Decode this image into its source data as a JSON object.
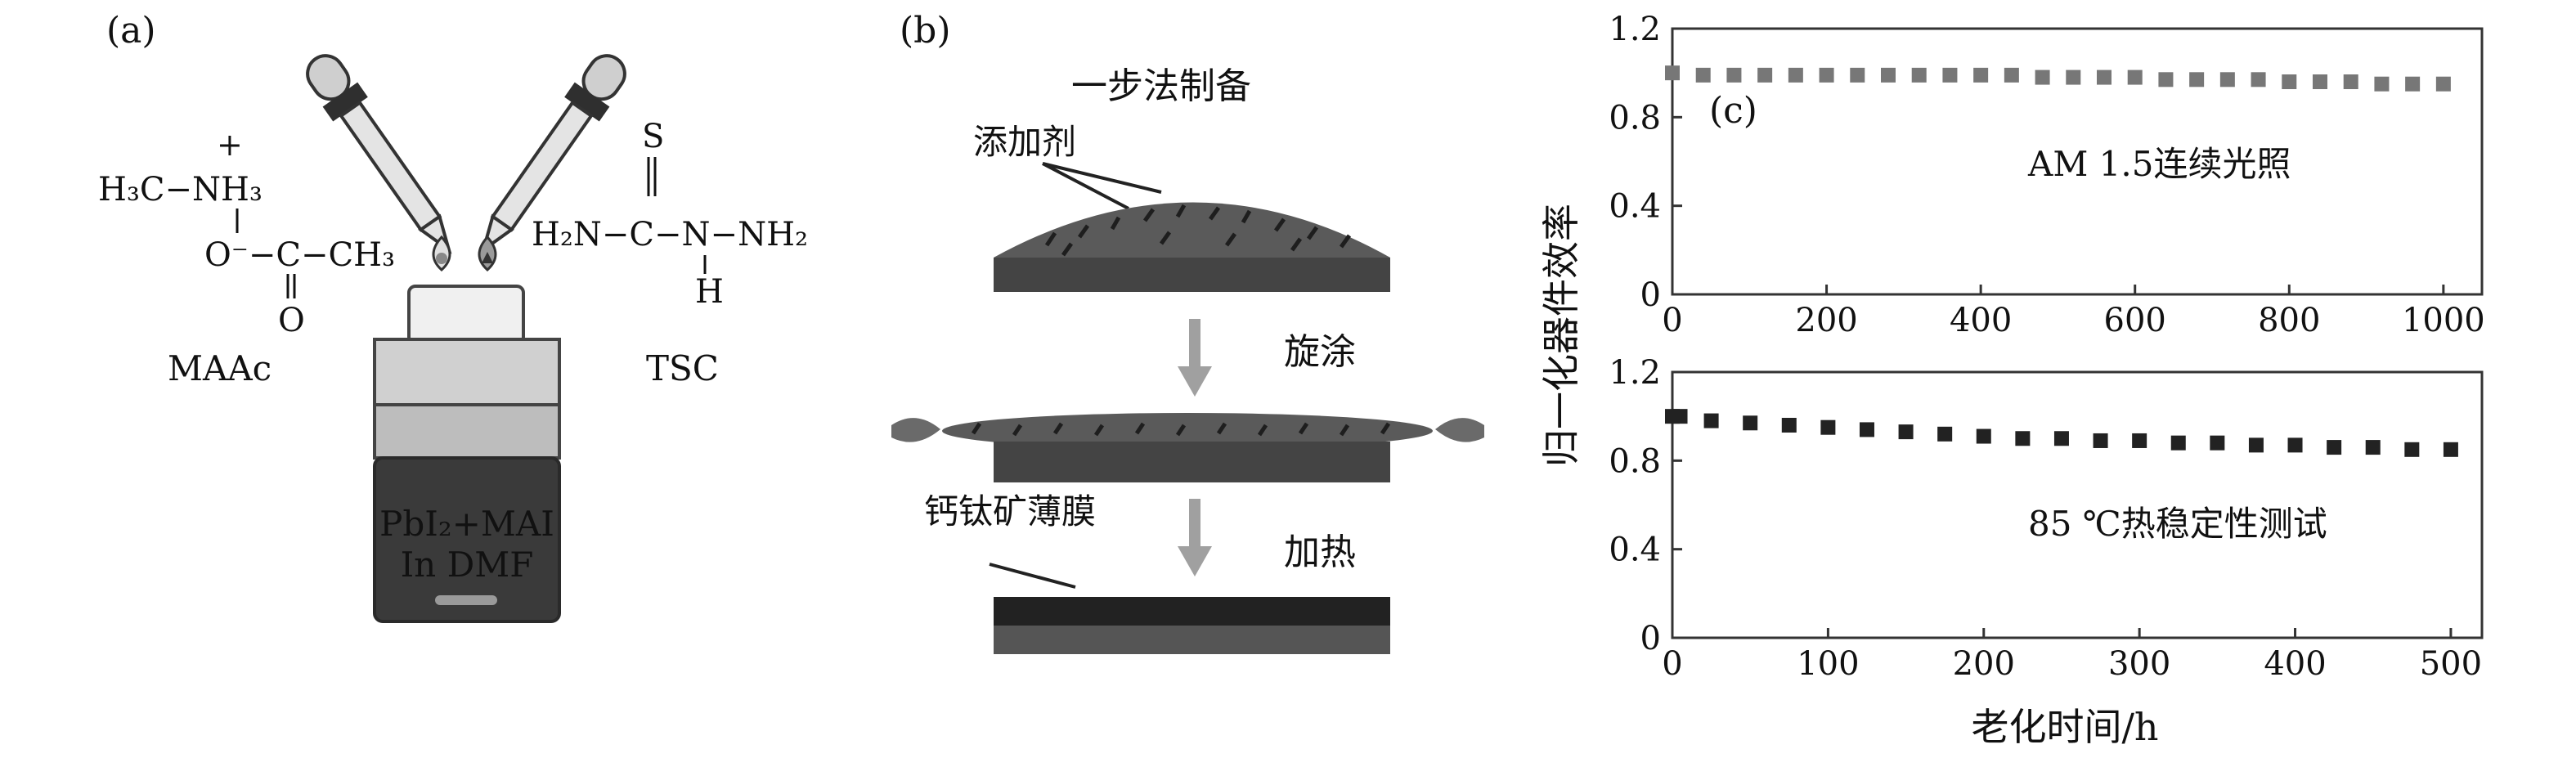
{
  "panel_a": {
    "label": "(a)",
    "maac": {
      "line1": "H₃C−NH₃",
      "plus": "+",
      "line2": "O⁻−C−CH₃",
      "line3": "O",
      "name": "MAAc"
    },
    "tsc": {
      "s": "S",
      "line": "H₂N−C−N−NH₂",
      "h": "H",
      "name": "TSC"
    },
    "bottle": {
      "line1": "PbI₂+MAI",
      "line2": "In DMF"
    },
    "colors": {
      "bottle_body": "#9c9c9c",
      "liquid": "#3a3a3a",
      "cap": "#e8e8e8"
    }
  },
  "panel_b": {
    "label": "(b)",
    "title": "一步法制备",
    "additive_label": "添加剂",
    "step1": "旋涂",
    "film_label": "钙钛矿薄膜",
    "step2": "加热",
    "colors": {
      "film": "#5a5a5a",
      "substrate": "#444444",
      "arrow": "#a0a0a0"
    }
  },
  "panel_c": {
    "label": "(c)",
    "ylabel": "归一化器件效率",
    "xlabel": "老化时间/h",
    "top_annotation": "AM 1.5连续光照",
    "bottom_annotation": "85 ℃热稳定性测试"
  },
  "chart_data": [
    {
      "type": "scatter",
      "x": [
        0,
        40,
        80,
        120,
        160,
        200,
        240,
        280,
        320,
        360,
        400,
        440,
        480,
        520,
        560,
        600,
        640,
        680,
        720,
        760,
        800,
        840,
        880,
        920,
        960,
        1000
      ],
      "series": [
        {
          "values": [
            1.0,
            0.99,
            0.99,
            0.99,
            0.99,
            0.99,
            0.99,
            0.99,
            0.99,
            0.99,
            0.99,
            0.99,
            0.98,
            0.98,
            0.98,
            0.98,
            0.97,
            0.97,
            0.97,
            0.97,
            0.96,
            0.96,
            0.96,
            0.95,
            0.95,
            0.95
          ]
        }
      ],
      "xlim": [
        0,
        1050
      ],
      "ylim": [
        0,
        1.2
      ],
      "xticks": [
        0,
        200,
        400,
        600,
        800,
        1000
      ],
      "yticks": [
        0,
        0.4,
        0.8,
        1.2
      ],
      "annotation": "AM 1.5连续光照",
      "color": "#777777"
    },
    {
      "type": "scatter",
      "x": [
        0,
        5,
        25,
        50,
        75,
        100,
        125,
        150,
        175,
        200,
        225,
        250,
        275,
        300,
        325,
        350,
        375,
        400,
        425,
        450,
        475,
        500
      ],
      "series": [
        {
          "values": [
            1.0,
            1.0,
            0.98,
            0.97,
            0.96,
            0.95,
            0.94,
            0.93,
            0.92,
            0.91,
            0.9,
            0.9,
            0.89,
            0.89,
            0.88,
            0.88,
            0.87,
            0.87,
            0.86,
            0.86,
            0.85,
            0.85
          ]
        }
      ],
      "xlim": [
        0,
        520
      ],
      "ylim": [
        0,
        1.2
      ],
      "xticks": [
        0,
        100,
        200,
        300,
        400,
        500
      ],
      "yticks": [
        0,
        0.4,
        0.8,
        1.2
      ],
      "annotation": "85 ℃热稳定性测试",
      "color": "#222222"
    }
  ]
}
